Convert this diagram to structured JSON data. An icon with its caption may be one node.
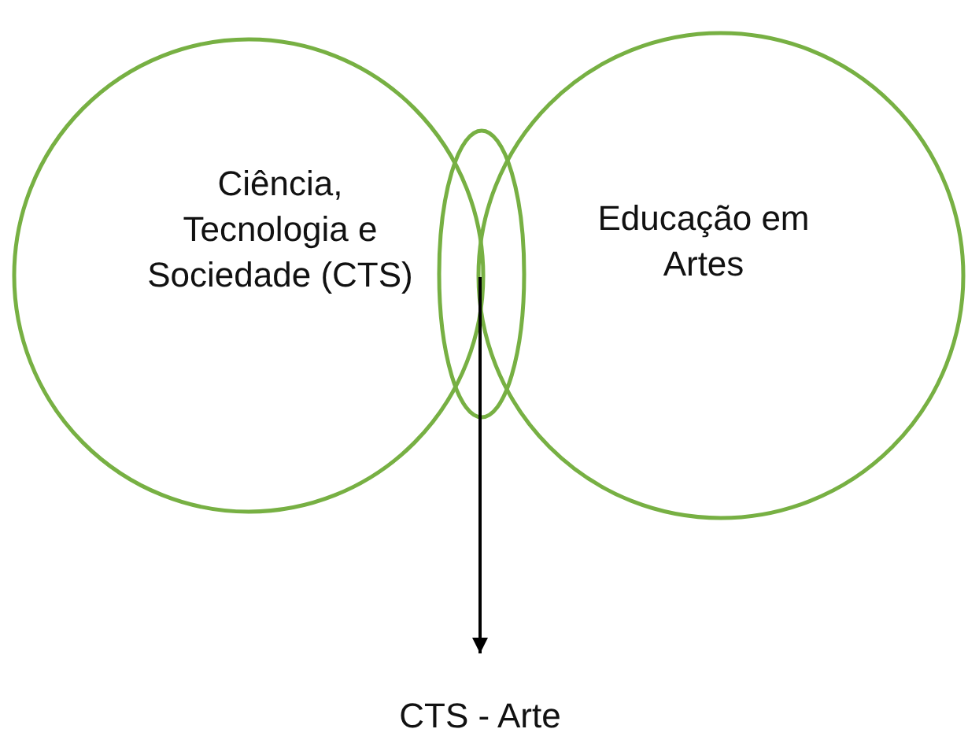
{
  "diagram": {
    "nodes": [
      {
        "text": [
          "Ciência, Tecnologia e Sociedade (CTS)"
        ]
      },
      {
        "text": [
          "Educação em Artes"
        ]
      },
      {
        "text": [],
        "shape": "ellipse"
      },
      {
        "text": [
          "CTS - Arte"
        ]
      }
    ],
    "edges": [
      {
        "from": 2,
        "to": 3,
        "arrow": "to"
      }
    ]
  }
}
